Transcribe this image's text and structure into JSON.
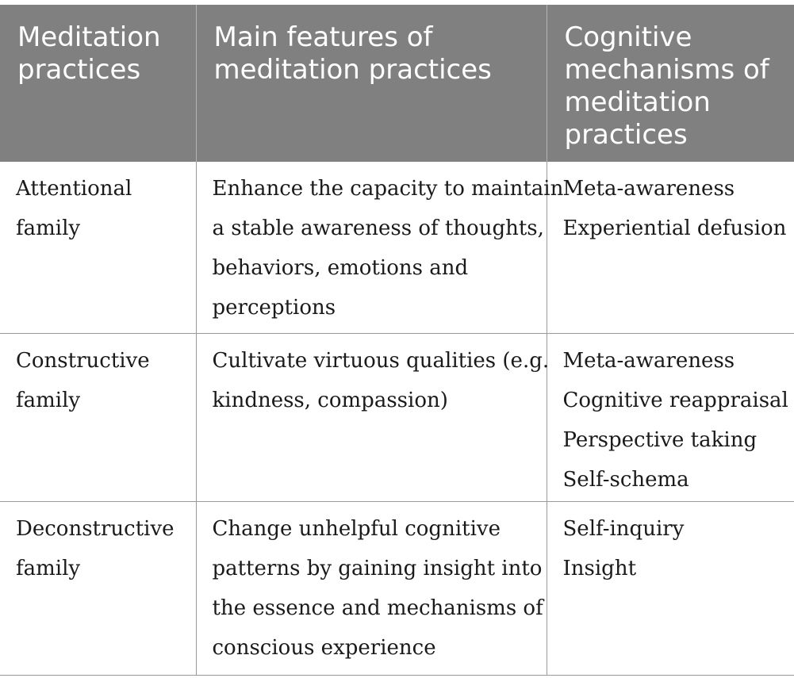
{
  "table": {
    "headers": [
      [
        "Meditation",
        "practices"
      ],
      [
        "Main features of",
        "meditation practices"
      ],
      [
        "Cognitive",
        "mechanisms of",
        "meditation",
        "practices"
      ]
    ],
    "rows": [
      {
        "practice": [
          "Attentional",
          "family"
        ],
        "features": [
          "Enhance the capacity to maintain",
          "a stable awareness of thoughts,",
          "behaviors, emotions and",
          "perceptions"
        ],
        "mechanisms": [
          "Meta-awareness",
          "Experiential defusion"
        ]
      },
      {
        "practice": [
          "Constructive",
          "family"
        ],
        "features": [
          "Cultivate virtuous qualities (e.g.",
          "kindness, compassion)"
        ],
        "mechanisms": [
          "Meta-awareness",
          "Cognitive reappraisal",
          "Perspective taking",
          "Self-schema"
        ]
      },
      {
        "practice": [
          "Deconstructive",
          "family"
        ],
        "features": [
          "Change unhelpful cognitive",
          "patterns by gaining insight into",
          "the essence and mechanisms of",
          "conscious experience"
        ],
        "mechanisms": [
          "Self-inquiry",
          "Insight"
        ]
      }
    ]
  }
}
